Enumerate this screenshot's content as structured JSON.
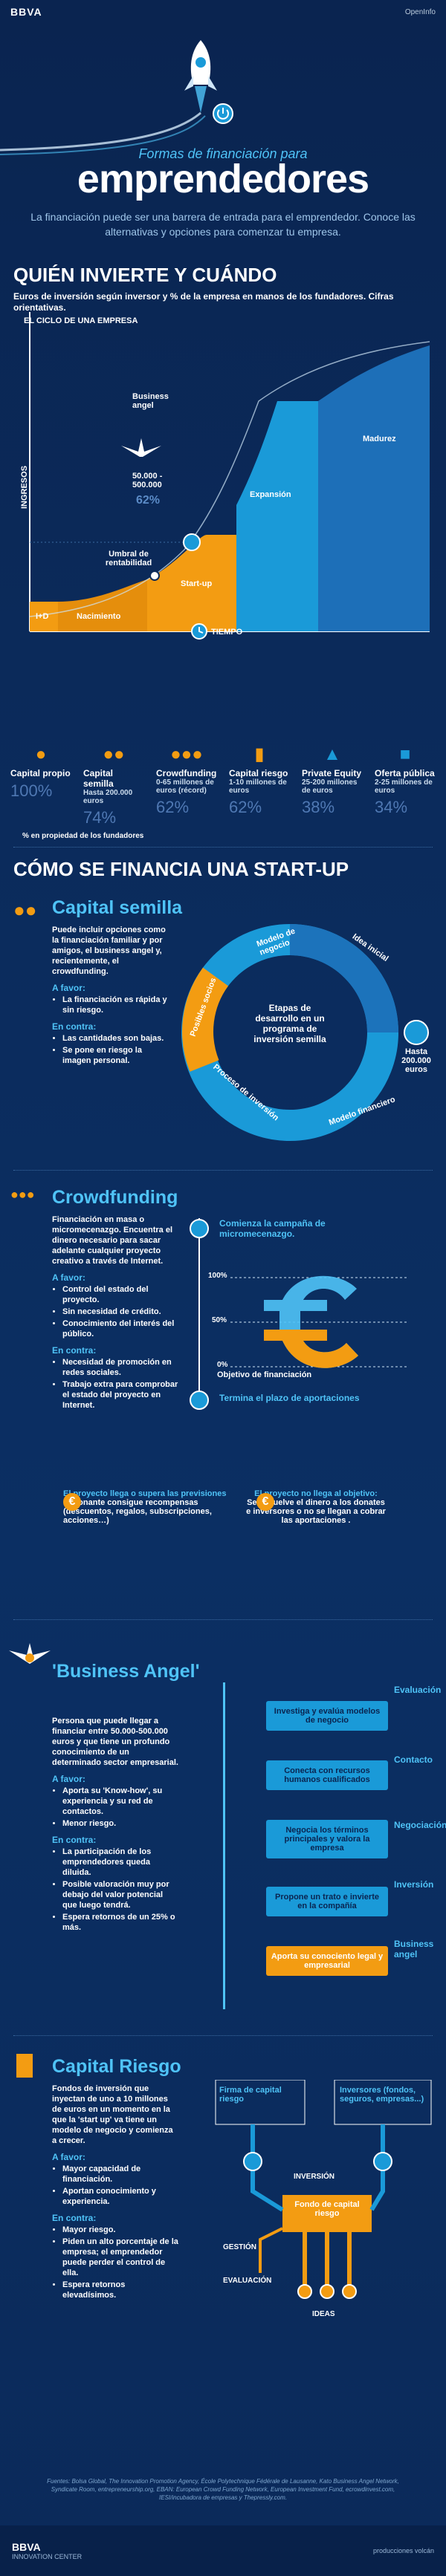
{
  "header": {
    "logo": "BBVA",
    "logo_right": "OpenInfo"
  },
  "hero": {
    "subtitle": "Formas de financiación para",
    "title": "emprendedores",
    "intro": "La financiación puede ser una barrera de entrada para el emprendedor. Conoce las alternativas y opciones para comenzar tu empresa."
  },
  "who": {
    "title": "QUIÉN INVIERTE Y CUÁNDO",
    "subtitle": "Euros de inversión según inversor y % de la empresa en manos de los fundadores. Cifras orientativas.",
    "chart_title": "EL CICLO DE UNA EMPRESA",
    "y_label": "INGRESOS",
    "x_label": "TIEMPO",
    "phases": {
      "id": "I+D",
      "nacimiento": "Nacimiento",
      "startup": "Start-up",
      "expansion": "Expansión",
      "madurez": "Madurez",
      "umbral": "Umbral de rentabilidad",
      "business_angel": "Business angel",
      "ba_amount": "50.000 - 500.000",
      "ba_pct": "62%"
    },
    "investors": [
      {
        "name": "Capital propio",
        "amount": "",
        "pct": "100%"
      },
      {
        "name": "Capital semilla",
        "amount": "Hasta 200.000 euros",
        "pct": "74%"
      },
      {
        "name": "Crowdfunding",
        "amount": "0-65 millones de euros (récord)",
        "pct": "62%"
      },
      {
        "name": "Capital riesgo",
        "amount": "1-10 millones de euros",
        "pct": "62%"
      },
      {
        "name": "Private Equity",
        "amount": "25-200 millones de euros",
        "pct": "38%"
      },
      {
        "name": "Oferta pública",
        "amount": "2-25 millones de euros",
        "pct": "34%"
      }
    ],
    "pct_note": "% en propiedad de los fundadores"
  },
  "how": {
    "title": "CÓMO SE FINANCIA UNA START-UP",
    "semilla": {
      "title": "Capital semilla",
      "desc": "Puede incluir opciones como la financiación familiar y por amigos, el business angel y, recientemente, el crowdfunding.",
      "pro_h": "A favor:",
      "pros": [
        "La financiación es rápida y sin riesgo."
      ],
      "con_h": "En contra:",
      "cons": [
        "Las cantidades son bajas.",
        "Se pone en riesgo la imagen personal."
      ],
      "ring": [
        "Modelo de negocio",
        "Idea inicial",
        "Modelo financiero",
        "Proceso de inversión",
        "Posibles socios"
      ],
      "center": "Etapas de desarrollo en un programa de inversión semilla",
      "ring_amount": "Hasta 200.000 euros"
    },
    "crowd": {
      "title": "Crowdfunding",
      "desc": "Financiación en masa o micromecenazgo. Encuentra el dinero necesario para sacar adelante cualquier proyecto creativo a través de Internet.",
      "pro_h": "A favor:",
      "pros": [
        "Control del estado del proyecto.",
        "Sin necesidad de crédito.",
        "Conocimiento del interés del público."
      ],
      "con_h": "En contra:",
      "cons": [
        "Necesidad de promoción en redes sociales.",
        "Trabajo extra para comprobar el estado del proyecto en Internet."
      ],
      "start": "Comienza la campaña de micromecenazgo.",
      "p100": "100%",
      "p50": "50%",
      "p0": "0%",
      "objetivo": "Objetivo de financiación",
      "end": "Termina el plazo de aportaciones",
      "ok_title": "El proyecto llega o supera las previsiones",
      "ok_desc": "El donante consigue recompensas (descuentos, regalos, subscripciones, acciones…)",
      "ko_title": "El proyecto no llega al objetivo:",
      "ko_desc": "Se devuelve el dinero a los donates e inversores o no se llegan a cobrar las aportaciones ."
    },
    "angel": {
      "title": "'Business Angel'",
      "desc": "Persona que puede llegar a financiar entre 50.000-500.000 euros y que tiene un profundo conocimiento de un determinado sector empresarial.",
      "pro_h": "A favor:",
      "pros": [
        "Aporta su 'Know-how', su experiencia y su red de contactos.",
        "Menor riesgo."
      ],
      "con_h": "En contra:",
      "cons": [
        "La participación de los emprendedores queda diluida.",
        "Posible valoración muy por debajo del valor potencial que luego tendrá.",
        "Espera retornos de un 25% o más."
      ],
      "steps": [
        "Investiga y evalúa modelos de negocio",
        "Conecta con recursos humanos cualificados",
        "Negocia los términos principales y valora la empresa",
        "Propone un trato e invierte en la compañía",
        "Aporta su conociento legal y empresarial"
      ],
      "sides": [
        "Evaluación",
        "Contacto",
        "Negociación",
        "Inversión",
        "Business angel"
      ]
    },
    "riesgo": {
      "title": "Capital Riesgo",
      "desc": "Fondos de inversión que inyectan de uno a 10 millones de euros en un momento en la que la 'start up' va tiene un modelo de negocio y comienza a crecer.",
      "pro_h": "A favor:",
      "pros": [
        "Mayor capacidad de financiación.",
        "Aportan conocimiento y experiencia."
      ],
      "con_h": "En contra:",
      "cons": [
        "Mayor riesgo.",
        "Piden un alto porcentaje de la empresa; el emprendedor puede perder el control de ella.",
        "Espera retornos elevadísimos."
      ],
      "firma": "Firma de capital riesgo",
      "inversores": "Inversores (fondos, seguros, empresas...)",
      "inversion": "INVERSIÓN",
      "fondo": "Fondo de capital riesgo",
      "gestion": "GESTIÓN",
      "evaluacion": "EVALUACIÓN",
      "ideas": "IDEAS"
    }
  },
  "sources": "Fuentes: Bolsa Global, The Innovation Promotion Agency, École Polytechnique Fédérale de Lausanne, Kato Business Angel Network, Syndicate Room, entrepreneurship.org, EBAN: European Crowd Funding Network, European Investment Fund, ecrowdinvest.com, IESI/incubadora de empresas y Thepressly.com.",
  "footer": {
    "brand": "BBVA",
    "sub": "INNOVATION CENTER",
    "partner": "producciones volcán"
  },
  "colors": {
    "orange": "#f39c12",
    "cyan": "#1a9ad8",
    "navy": "#0b2a5a"
  }
}
